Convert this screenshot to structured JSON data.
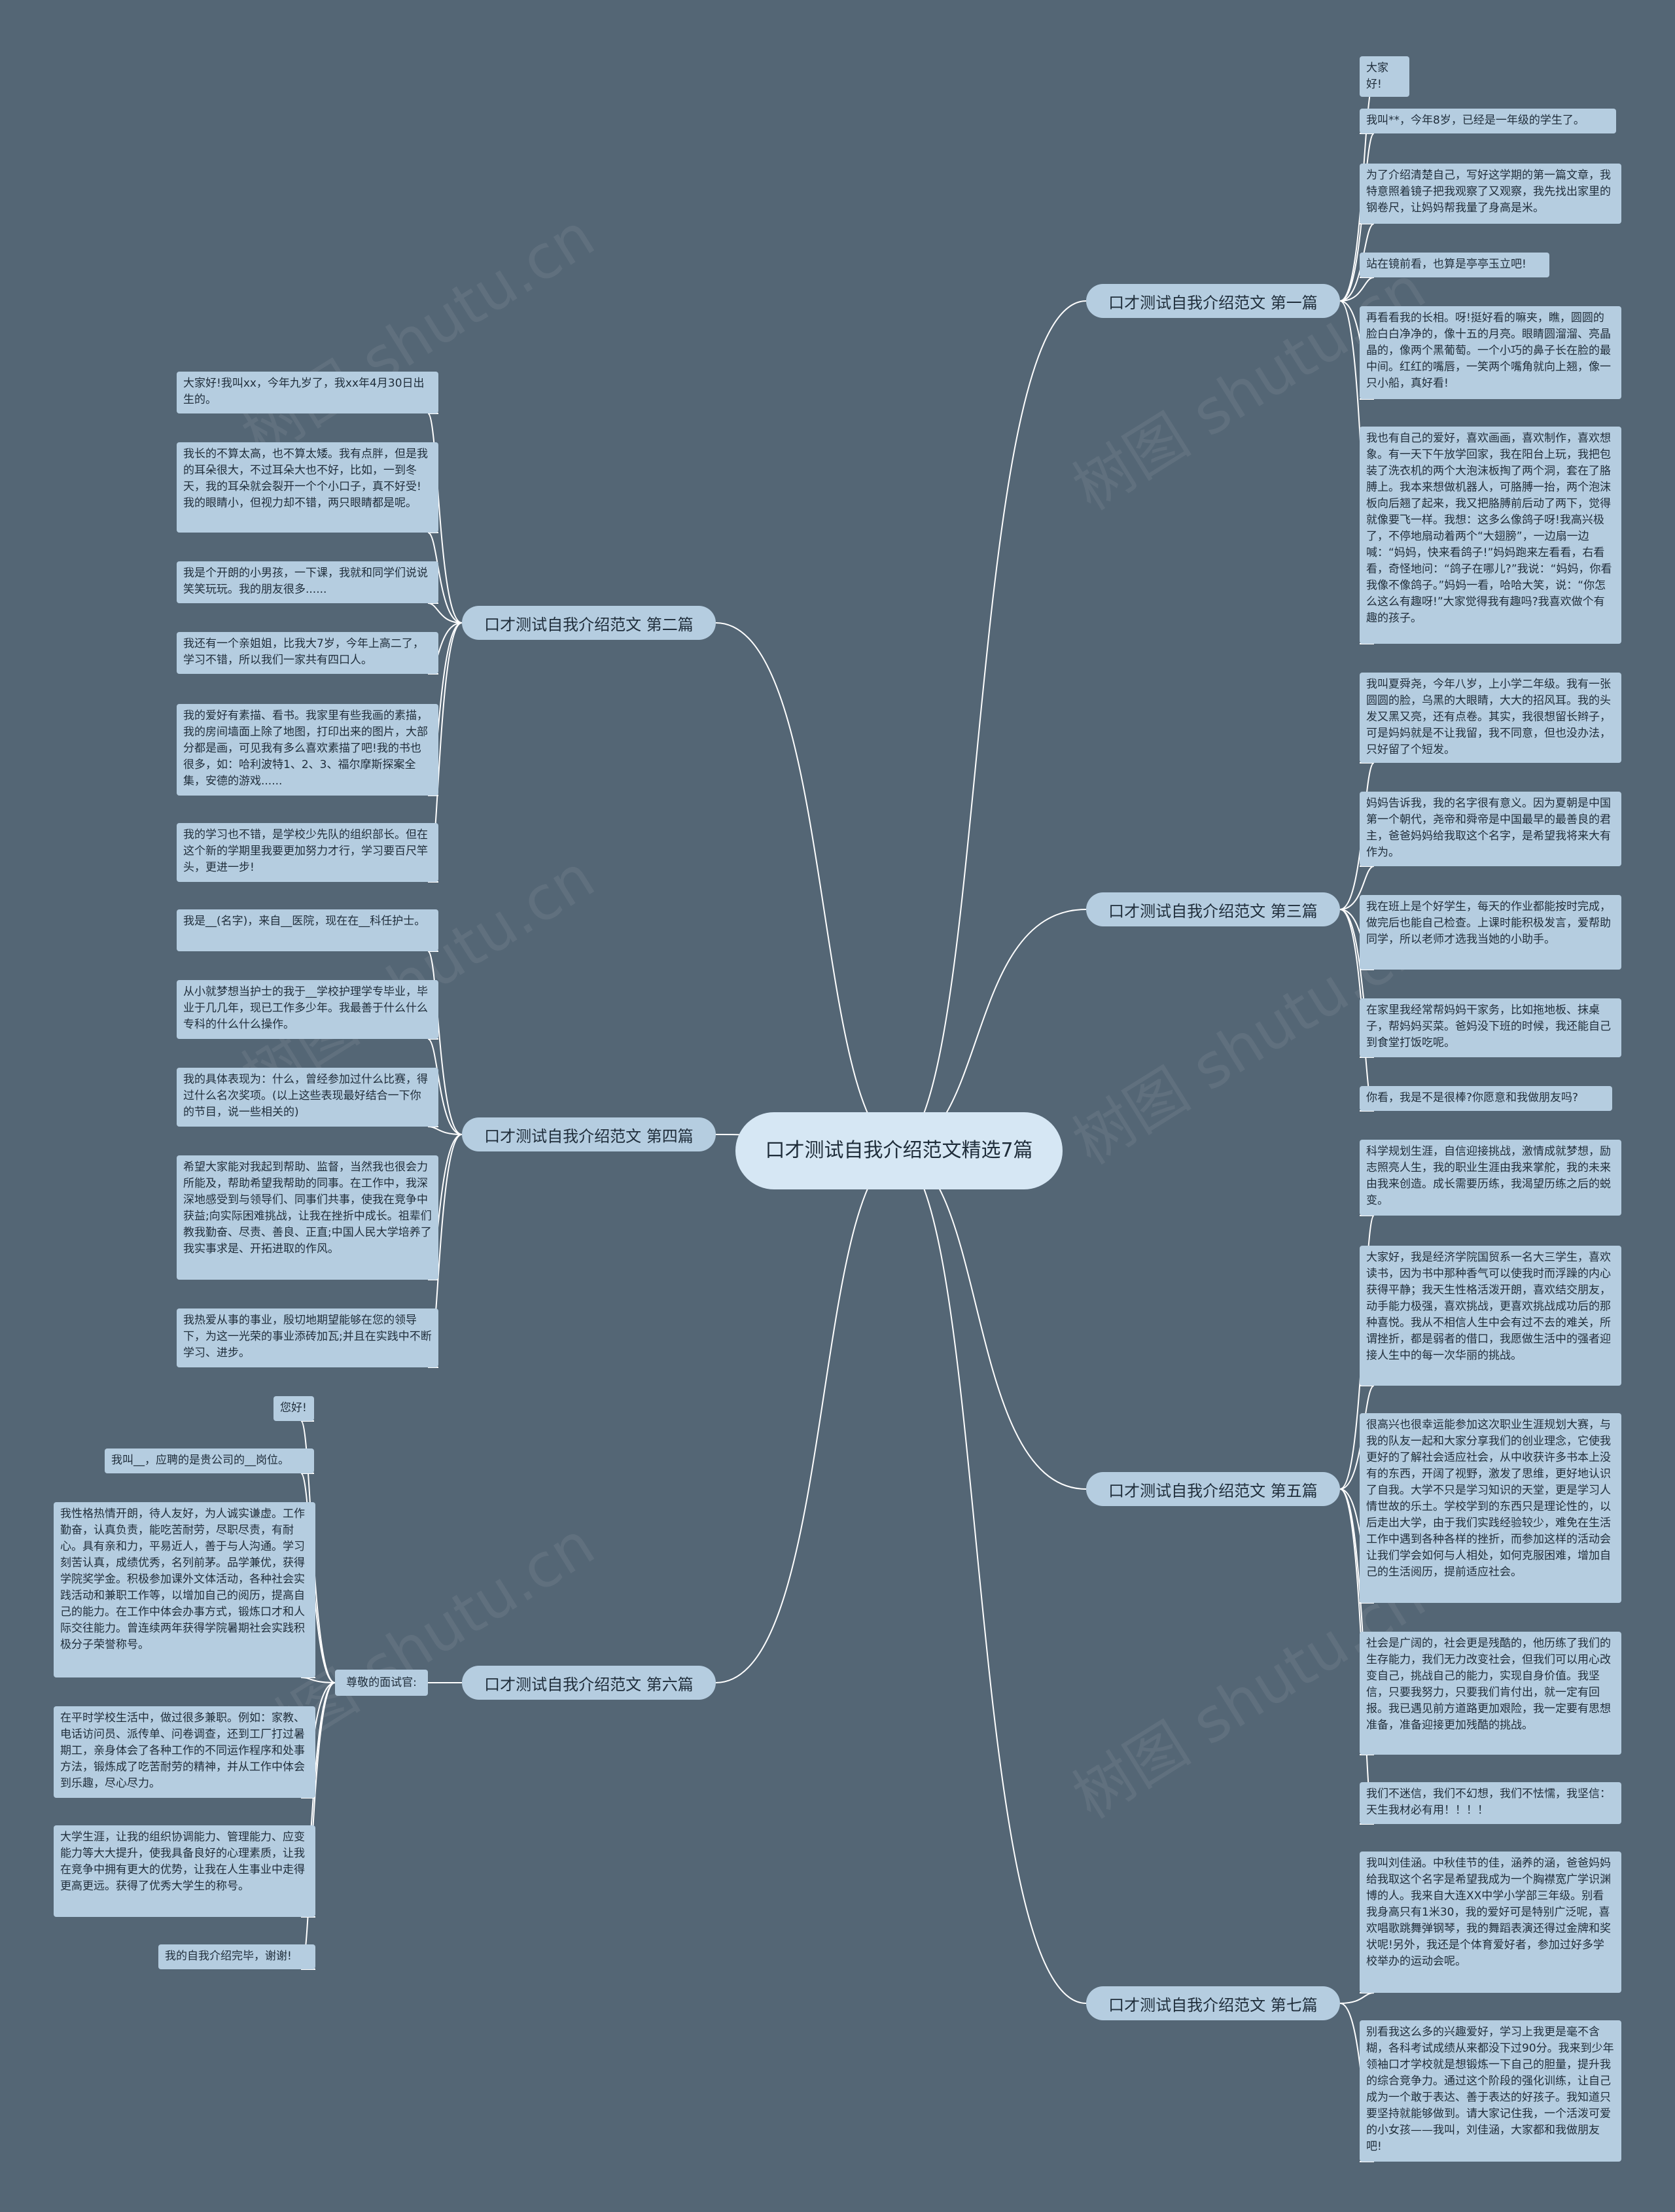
{
  "root": "口才测试自我介绍范文精选7篇",
  "watermark": "树图 shutu.cn",
  "colors": {
    "background": "#546675",
    "node": "#b5cde0",
    "center": "#d6e7f4",
    "line": "#ffffff"
  },
  "branches": [
    {
      "label": "口才测试自我介绍范文 第一篇",
      "side": "right",
      "leaves": [
        "大家好!",
        "我叫**，今年8岁，已经是一年级的学生了。",
        "为了介绍清楚自己，写好这学期的第一篇文章，我特意照着镜子把我观察了又观察，我先找出家里的钢卷尺，让妈妈帮我量了身高是米。",
        "站在镜前看，也算是亭亭玉立吧!",
        "再看看我的长相。呀!挺好看的嘛夹，瞧，圆圆的脸白白净净的，像十五的月亮。眼睛圆溜溜、亮晶晶的，像两个黑葡萄。一个小巧的鼻子长在脸的最中间。红红的嘴唇，一笑两个嘴角就向上翘，像一只小船，真好看!",
        "我也有自己的爱好，喜欢画画，喜欢制作，喜欢想象。有一天下午放学回家，我在阳台上玩，我把包装了洗衣机的两个大泡沫板掏了两个洞，套在了胳膊上。我本来想做机器人，可胳膊一抬，两个泡沫板向后翘了起来，我又把胳膊前后动了两下，觉得就像要飞一样。我想：这多么像鸽子呀!我高兴极了，不停地扇动着两个“大翅膀”，一边扇一边喊：“妈妈，快来看鸽子!”妈妈跑来左看看，右看看，奇怪地问：“鸽子在哪儿?”我说：“妈妈，你看我像不像鸽子。”妈妈一看，哈哈大笑，说：“你怎么这么有趣呀!”大家觉得我有趣吗?我喜欢做个有趣的孩子。"
      ]
    },
    {
      "label": "口才测试自我介绍范文 第二篇",
      "side": "left",
      "leaves": [
        "大家好!我叫xx，今年九岁了，我xx年4月30日出生的。",
        "我长的不算太高，也不算太矮。我有点胖，但是我的耳朵很大，不过耳朵大也不好，比如，一到冬天，我的耳朵就会裂开一个个小口子，真不好受!我的眼睛小，但视力却不错，两只眼睛都是呢。",
        "我是个开朗的小男孩，一下课，我就和同学们说说笑笑玩玩。我的朋友很多......",
        "我还有一个亲姐姐，比我大7岁，今年上高二了，学习不错，所以我们一家共有四口人。",
        "我的爱好有素描、看书。我家里有些我画的素描，我的房间墙面上除了地图，打印出来的图片，大部分都是画，可见我有多么喜欢素描了吧!我的书也很多，如：哈利波特1、2、3、福尔摩斯探案全集，安德的游戏......",
        "我的学习也不错，是学校少先队的组织部长。但在这个新的学期里我要更加努力才行，学习要百尺竿头，更进一步!"
      ]
    },
    {
      "label": "口才测试自我介绍范文 第三篇",
      "side": "right",
      "leaves": [
        "我叫夏舜尧，今年八岁，上小学二年级。我有一张圆圆的脸，乌黑的大眼睛，大大的招风耳。我的头发又黑又亮，还有点卷。其实，我很想留长辫子，可是妈妈就是不让我留，我不同意，但也没办法，只好留了个短发。",
        "妈妈告诉我，我的名字很有意义。因为夏朝是中国第一个朝代，尧帝和舜帝是中国最早的最善良的君主，爸爸妈妈给我取这个名字，是希望我将来大有作为。",
        "我在班上是个好学生，每天的作业都能按时完成，做完后也能自己检查。上课时能积极发言，爱帮助同学，所以老师才选我当她的小助手。",
        "在家里我经常帮妈妈干家务，比如拖地板、抹桌子，帮妈妈买菜。爸妈没下班的时候，我还能自己到食堂打饭吃呢。",
        "你看，我是不是很棒?你愿意和我做朋友吗?"
      ]
    },
    {
      "label": "口才测试自我介绍范文 第四篇",
      "side": "left",
      "leaves": [
        "我是__(名字)，来自__医院，现在在__科任护士。",
        "从小就梦想当护士的我于__学校护理学专毕业，毕业于几几年，现已工作多少年。我最善于什么什么专科的什么什么操作。",
        "我的具体表现为：什么，曾经参加过什么比赛，得过什么名次奖项。(以上这些表现最好结合一下你的节目，说一些相关的)",
        "希望大家能对我起到帮助、监督，当然我也很会力所能及，帮助希望我帮助的同事。在工作中，我深深地感受到与领导们、同事们共事，使我在竞争中获益;向实际困难挑战，让我在挫折中成长。祖辈们教我勤奋、尽责、善良、正直;中国人民大学培养了我实事求是、开拓进取的作风。",
        "我热爱从事的事业，殷切地期望能够在您的领导下，为这一光荣的事业添砖加瓦;并且在实践中不断学习、进步。"
      ]
    },
    {
      "label": "口才测试自我介绍范文 第五篇",
      "side": "right",
      "leaves": [
        "科学规划生涯，自信迎接挑战，激情成就梦想，励志照亮人生，我的职业生涯由我来掌舵，我的未来由我来创造。成长需要历练，我渴望历练之后的蜕变。",
        "大家好，我是经济学院国贸系一名大三学生，喜欢读书，因为书中那种香气可以使我时而浮躁的内心获得平静；我天生性格活泼开朗，喜欢结交朋友，动手能力极强，喜欢挑战，更喜欢挑战成功后的那种喜悦。我从不相信人生中会有过不去的难关，所谓挫折，都是弱者的借口，我愿做生活中的强者迎接人生中的每一次华丽的挑战。",
        "很高兴也很幸运能参加这次职业生涯规划大赛，与我的队友一起和大家分享我们的创业理念，它使我更好的了解社会适应社会，从中收获许多书本上没有的东西，开阔了视野，激发了思维，更好地认识了自我。大学不只是学习知识的天堂，更是学习人情世故的乐土。学校学到的东西只是理论性的，以后走出大学，由于我们实践经验较少，难免在生活工作中遇到各种各样的挫折，而参加这样的活动会让我们学会如何与人相处，如何克服困难，增加自己的生活阅历，提前适应社会。",
        "社会是广阔的，社会更是残酷的，他历练了我们的生存能力，我们无力改变社会，但我们可以用心改变自己，挑战自己的能力，实现自身价值。我坚信，只要我努力，只要我们肯付出，就一定有回报。我已遇见前方道路更加艰险，我一定要有思想准备，准备迎接更加残酷的挑战。",
        "我们不迷信，我们不幻想，我们不怯懦，我坚信：天生我材必有用！！！！"
      ]
    },
    {
      "label": "口才测试自我介绍范文 第六篇",
      "side": "left",
      "sub": "尊敬的面试官:",
      "leaves": [
        "您好!",
        "我叫__，应聘的是贵公司的__岗位。",
        "我性格热情开朗，待人友好，为人诚实谦虚。工作勤奋，认真负责，能吃苦耐劳，尽职尽责，有耐心。具有亲和力，平易近人，善于与人沟通。学习刻苦认真，成绩优秀，名列前茅。品学兼优，获得学院奖学金。积极参加课外文体活动，各种社会实践活动和兼职工作等，以增加自己的阅历，提高自己的能力。在工作中体会办事方式，锻炼口才和人际交往能力。曾连续两年获得学院暑期社会实践积极分子荣誉称号。",
        "在平时学校生活中，做过很多兼职。例如：家教、电话访问员、派传单、问卷调查，还到工厂打过暑期工，亲身体会了各种工作的不同运作程序和处事方法，锻炼成了吃苦耐劳的精神，并从工作中体会到乐趣，尽心尽力。",
        "大学生涯，让我的组织协调能力、管理能力、应变能力等大大提升，使我具备良好的心理素质，让我在竞争中拥有更大的优势，让我在人生事业中走得更高更远。获得了优秀大学生的称号。",
        "我的自我介绍完毕，谢谢!"
      ]
    },
    {
      "label": "口才测试自我介绍范文 第七篇",
      "side": "right",
      "leaves": [
        "我叫刘佳涵。中秋佳节的佳，涵养的涵，爸爸妈妈给我取这个名字是希望我成为一个胸襟宽广学识渊博的人。我来自大连XX中学小学部三年级。别看我身高只有1米30，我的爱好可是特别广泛呢，喜欢唱歌跳舞弹钢琴，我的舞蹈表演还得过金牌和奖状呢!另外，我还是个体育爱好者，参加过好多学校举办的运动会呢。",
        "别看我这么多的兴趣爱好，学习上我更是毫不含糊，各科考试成绩从来都没下过90分。我来到少年领袖口才学校就是想锻炼一下自己的胆量，提升我的综合竞争力。通过这个阶段的强化训练，让自己成为一个敢于表达、善于表达的好孩子。我知道只要坚持就能够做到。请大家记住我，一个活泼可爱的小女孩——我叫，刘佳涵，大家都和我做朋友吧!"
      ]
    }
  ]
}
